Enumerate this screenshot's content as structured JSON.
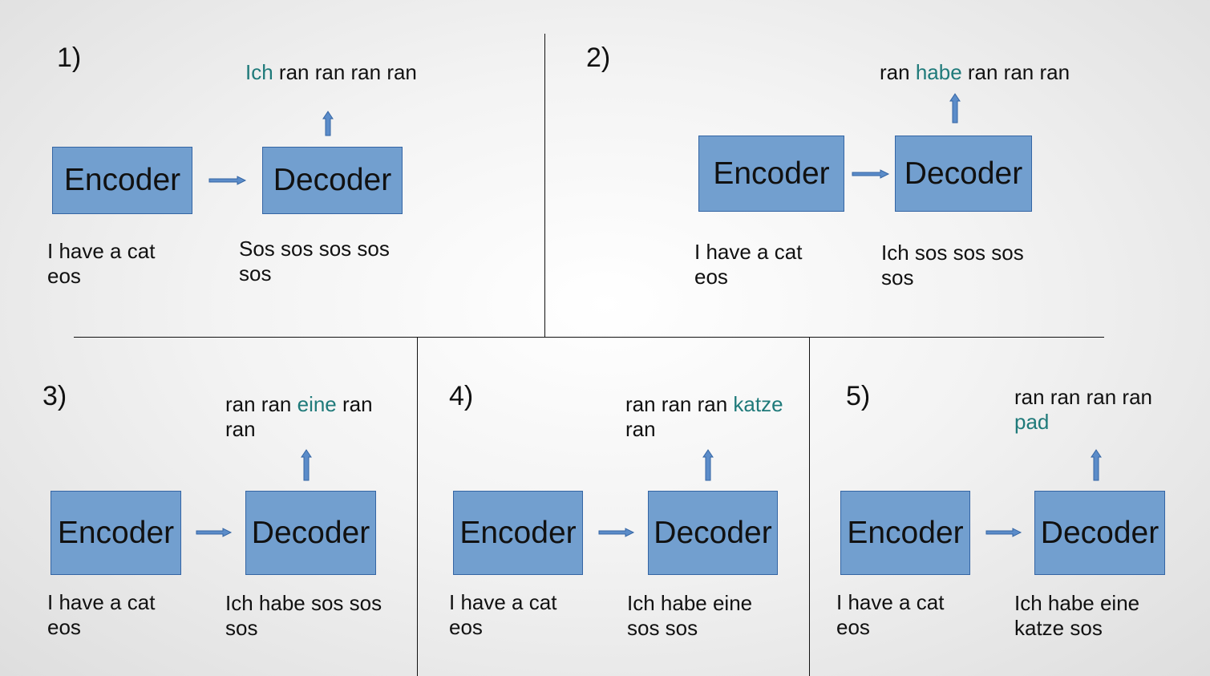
{
  "panels": [
    {
      "number": "1)",
      "encoder": "Encoder",
      "decoder": "Decoder",
      "encoder_input": [
        "I have a cat",
        "eos"
      ],
      "decoder_input": [
        "Sos sos sos sos",
        "sos"
      ],
      "output": {
        "before": "",
        "highlight": "Ich",
        "after": " ran ran ran ran"
      }
    },
    {
      "number": "2)",
      "encoder": "Encoder",
      "decoder": "Decoder",
      "encoder_input": [
        "I have a cat",
        "eos"
      ],
      "decoder_input": [
        "Ich sos sos sos",
        "sos"
      ],
      "output": {
        "before": "ran ",
        "highlight": "habe",
        "after": " ran ran ran"
      }
    },
    {
      "number": "3)",
      "encoder": "Encoder",
      "decoder": "Decoder",
      "encoder_input": [
        "I have a cat",
        "eos"
      ],
      "decoder_input": [
        "Ich habe sos sos",
        "sos"
      ],
      "output": {
        "before": "ran ran ",
        "highlight": "eine",
        "after": " ran",
        "line2": "ran"
      }
    },
    {
      "number": "4)",
      "encoder": "Encoder",
      "decoder": "Decoder",
      "encoder_input": [
        "I have a cat",
        "eos"
      ],
      "decoder_input": [
        "Ich habe eine",
        "sos sos"
      ],
      "output": {
        "before": "ran ran ran ",
        "highlight": "katze",
        "after": "",
        "line2": "ran"
      }
    },
    {
      "number": "5)",
      "encoder": "Encoder",
      "decoder": "Decoder",
      "encoder_input": [
        "I have a cat",
        "eos"
      ],
      "decoder_input": [
        "Ich habe eine",
        "katze sos"
      ],
      "output": {
        "before": "ran ran ran ran",
        "highlight": "",
        "after": "",
        "line2_highlight": "pad"
      }
    }
  ],
  "colors": {
    "box_fill": "#729fcf",
    "box_border": "#3465a4",
    "highlight": "#1f7a7a",
    "arrow": "#5b8cc9"
  }
}
